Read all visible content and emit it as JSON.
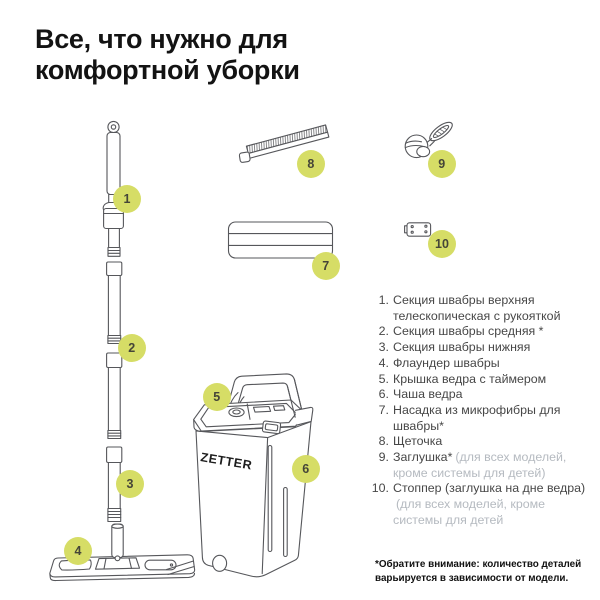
{
  "title": {
    "line1": "Все, что нужно для",
    "line2": "комфортной уборки"
  },
  "diagram": {
    "brand": "ZETTER",
    "callouts": [
      "1",
      "2",
      "3",
      "4",
      "5",
      "6",
      "7",
      "8",
      "9",
      "10"
    ]
  },
  "parts_list": {
    "items": [
      {
        "num": "1.",
        "text": "Секция швабры верхняя телескопическая с рукояткой",
        "note": ""
      },
      {
        "num": "2.",
        "text": "Секция швабры средняя *",
        "note": ""
      },
      {
        "num": "3.",
        "text": "Секция швабры нижняя",
        "note": ""
      },
      {
        "num": "4.",
        "text": "Флаундер швабры",
        "note": ""
      },
      {
        "num": "5.",
        "text": "Крышка ведра с таймером",
        "note": ""
      },
      {
        "num": "6.",
        "text": "Чаша ведра",
        "note": ""
      },
      {
        "num": "7.",
        "text": "Насадка из микрофибры для швабры*",
        "note": ""
      },
      {
        "num": "8.",
        "text": "Щеточка",
        "note": ""
      },
      {
        "num": "9.",
        "text": "Заглушка*",
        "note": "(для всех моделей, кроме системы для детей)"
      },
      {
        "num": "10.",
        "text": "Стоппер (заглушка на дне ведра)",
        "note": "(для всех моделей, кроме системы для детей"
      }
    ]
  },
  "footnote": "*Обратите внимание: количество деталей варьируется в зависимости от модели.",
  "colors": {
    "callout_fill": "#d6dd66",
    "line_art": "#56575b",
    "title": "#131313",
    "text_primary": "#474747",
    "text_muted": "#b5bac0"
  }
}
